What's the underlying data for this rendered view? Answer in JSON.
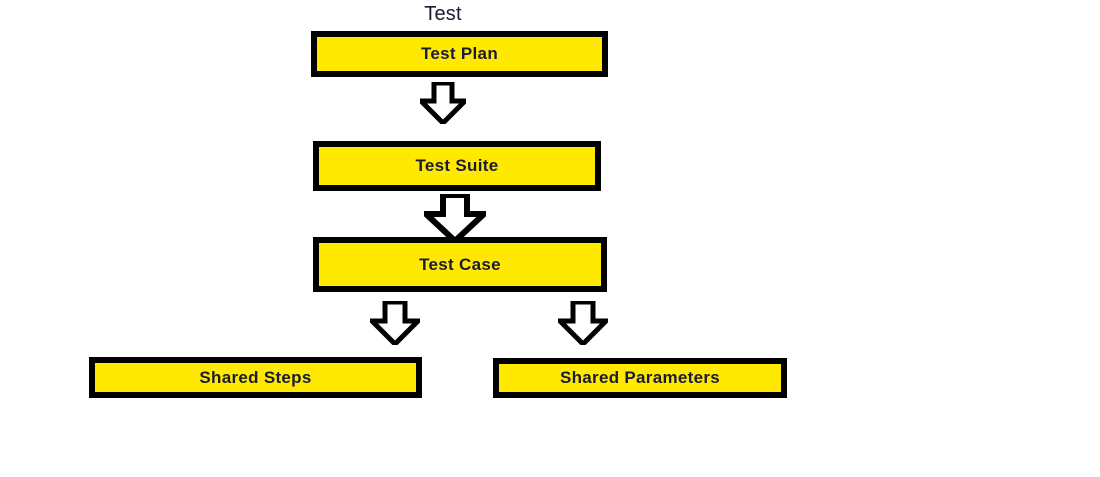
{
  "diagram": {
    "title": "Test",
    "type": "flow-hierarchy",
    "colors": {
      "node_fill": "#ffe900",
      "node_border": "#000000",
      "text": "#1b1b33",
      "arrow_fill": "#ffffff",
      "arrow_stroke": "#000000",
      "background": "#ffffff"
    },
    "nodes": [
      {
        "id": "test-plan",
        "label": "Test Plan"
      },
      {
        "id": "test-suite",
        "label": "Test Suite"
      },
      {
        "id": "test-case",
        "label": "Test Case"
      },
      {
        "id": "shared-steps",
        "label": "Shared Steps"
      },
      {
        "id": "shared-parameters",
        "label": "Shared Parameters"
      }
    ],
    "connectors": [
      {
        "id": "plan-to-suite",
        "from": "test-plan",
        "to": "test-suite",
        "glyph": "down-arrow"
      },
      {
        "id": "suite-to-case",
        "from": "test-suite",
        "to": "test-case",
        "glyph": "down-arrow"
      },
      {
        "id": "case-to-steps",
        "from": "test-case",
        "to": "shared-steps",
        "glyph": "down-arrow"
      },
      {
        "id": "case-to-params",
        "from": "test-case",
        "to": "shared-parameters",
        "glyph": "down-arrow"
      }
    ]
  }
}
